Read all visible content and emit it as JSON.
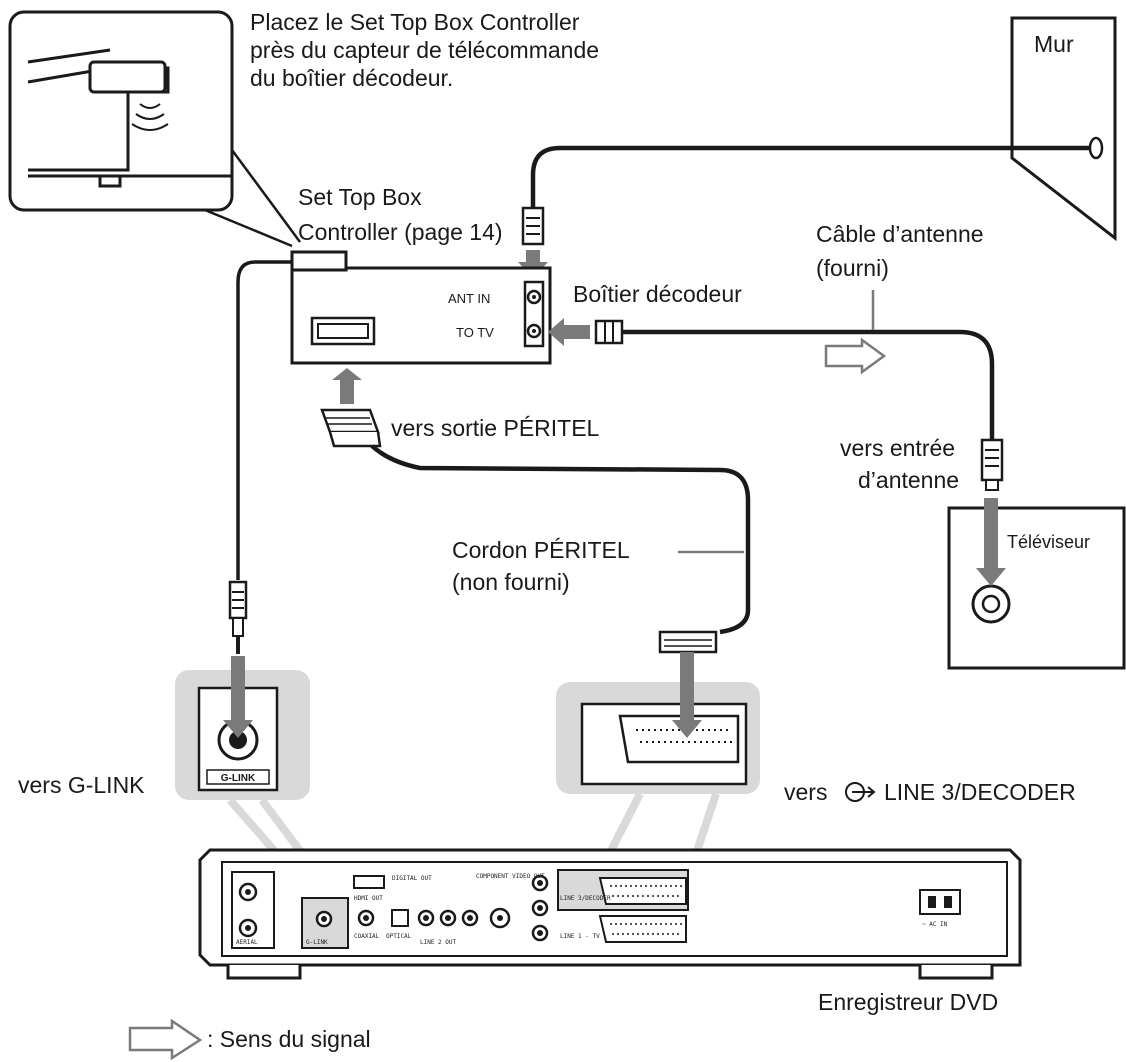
{
  "callout": {
    "line1": "Placez le Set Top Box Controller",
    "line2": "près du capteur de télécommande",
    "line3": "du boîtier décodeur."
  },
  "wall": {
    "label": "Mur"
  },
  "stb_controller": {
    "line1": "Set Top Box",
    "line2": "Controller (page 14)"
  },
  "antenna_cable": {
    "line1": "Câble d’antenne",
    "line2": "(fourni)"
  },
  "decoder_box": {
    "label": "Boîtier décodeur",
    "port_ant_in": "ANT IN",
    "port_to_tv": "TO TV"
  },
  "scart_out": {
    "label": "vers sortie PÉRITEL"
  },
  "antenna_in": {
    "line1": "vers entrée",
    "line2": "d’antenne"
  },
  "tv": {
    "label": "Téléviseur"
  },
  "scart_cord": {
    "line1": "Cordon PÉRITEL",
    "line2": "(non fourni)"
  },
  "glink": {
    "label": "vers G-LINK",
    "panel_label": "G-LINK"
  },
  "line3": {
    "prefix": "vers",
    "label": "LINE 3/DECODER"
  },
  "recorder": {
    "label": "Enregistreur DVD",
    "panel_labels": [
      "AERIAL",
      "G-LINK",
      "HDMI OUT",
      "DIGITAL OUT",
      "COAXIAL",
      "OPTICAL",
      "LINE 2 OUT",
      "COMPONENT VIDEO OUT",
      "LINE 1 - TV",
      "LINE 3/DECODER",
      "~ AC IN"
    ]
  },
  "legend": {
    "text": ": Sens du signal"
  },
  "colors": {
    "ink": "#1a1a1a",
    "panel": "#d9d9d9",
    "arrow": "#7a7a7a",
    "paper": "#ffffff"
  }
}
